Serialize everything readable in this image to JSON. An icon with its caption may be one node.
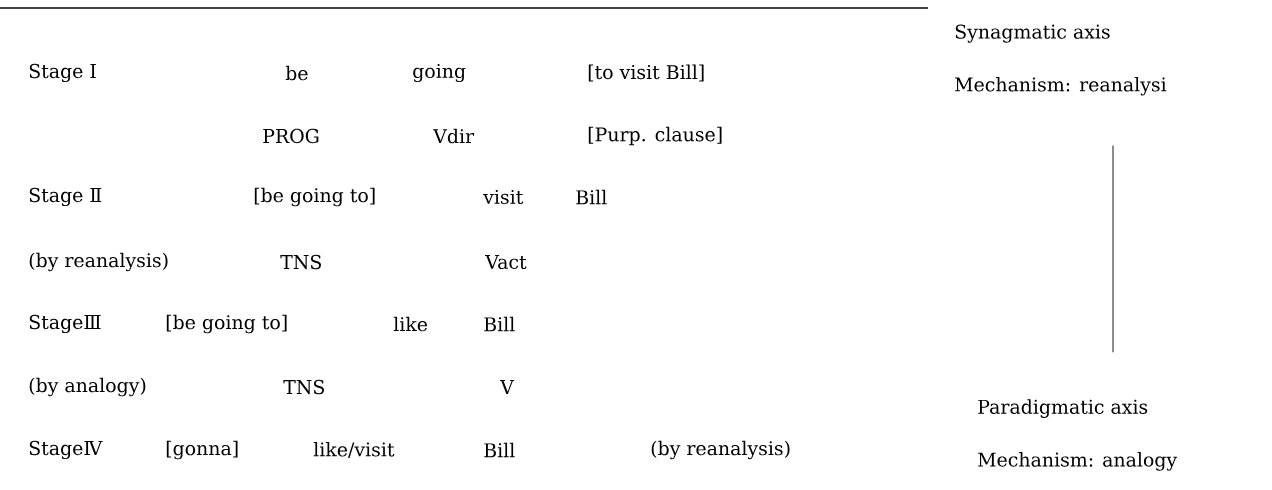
{
  "diagram": {
    "nodes": [
      {
        "text": [
          "Synagmatic axis",
          "Mechanism: reanalysi"
        ]
      },
      {
        "text": [
          "Paradigmatic axis",
          "Mechanism: analogy"
        ]
      }
    ],
    "edges": [
      {
        "from": 0,
        "to": 1,
        "arrow": "none"
      }
    ],
    "labels": [
      "Stage Ⅰ",
      "be",
      "going",
      "[to visit Bill]",
      "PROG",
      "Vdir",
      "[Purp. clause]",
      "Stage Ⅱ",
      "[be going to]",
      "visit",
      "Bill",
      "(by reanalysis)",
      "TNS",
      "Vact",
      "StageⅢ",
      "[be going to]",
      "like",
      "Bill",
      "(by analogy)",
      "TNS",
      "V",
      "StageⅣ",
      "[gonna]",
      "like/visit",
      "Bill",
      "(by reanalysis)"
    ]
  }
}
